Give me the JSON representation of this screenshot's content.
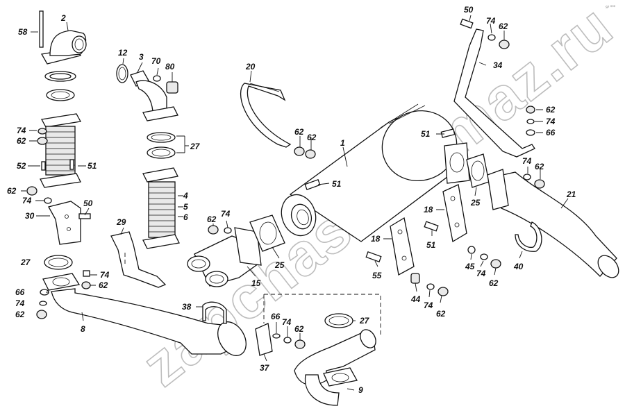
{
  "watermark": "zapchasti-kamaz.ru",
  "corner_code": "sᵉ ⁰⁰⁰",
  "callouts": {
    "c2": "2",
    "c58": "58",
    "c74a": "74",
    "c62a": "62",
    "c52": "52",
    "c51a": "51",
    "c62b": "62",
    "c74b": "74",
    "c30": "30",
    "c50a": "50",
    "c12": "12",
    "c3": "3",
    "c70": "70",
    "c80": "80",
    "c27a": "27",
    "c4": "4",
    "c5": "5",
    "c6": "6",
    "c29": "29",
    "c62c": "62",
    "c74c": "74",
    "c25a": "25",
    "c15": "15",
    "c20": "20",
    "c62d": "62",
    "c62e": "62",
    "c1": "1",
    "c51b": "51",
    "c51c": "51",
    "c50b": "50",
    "c74d": "74",
    "c62f": "62",
    "c34": "34",
    "c62g": "62",
    "c74e": "74",
    "c66a": "66",
    "c74f": "74",
    "c62h": "62",
    "c21": "21",
    "c25b": "25",
    "c18a": "18",
    "c18b": "18",
    "c51d": "51",
    "c55": "55",
    "c40": "40",
    "c45": "45",
    "c74g": "74",
    "c62i": "62",
    "c44": "44",
    "c74h": "74",
    "c62j": "62",
    "c27b": "27",
    "c74i": "74",
    "c62k": "62",
    "c66b": "66",
    "c74j": "74",
    "c62l": "62",
    "c8": "8",
    "c38": "38",
    "c66c": "66",
    "c74k": "74",
    "c62m": "62",
    "c37": "37",
    "c27c": "27",
    "c9": "9"
  }
}
